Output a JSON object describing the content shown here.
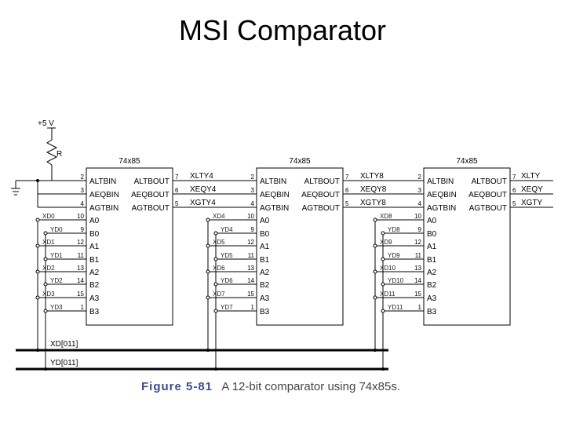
{
  "title": "MSI Comparator",
  "power": {
    "label": "+5 V",
    "resistor": "R"
  },
  "chip_name": "74x85",
  "left_pins": [
    "ALTBIN",
    "AEQBIN",
    "AGTBIN",
    "A0",
    "B0",
    "A1",
    "B1",
    "A2",
    "B2",
    "A3",
    "B3"
  ],
  "right_pins": [
    "ALTBOUT",
    "AEQBOUT",
    "AGTBOUT"
  ],
  "left_pin_numbers": [
    "2",
    "3",
    "4",
    "10",
    "9",
    "12",
    "11",
    "13",
    "14",
    "15",
    "1"
  ],
  "right_pin_numbers": [
    "7",
    "6",
    "5"
  ],
  "chips": [
    {
      "inputs": [
        "",
        "",
        "",
        "XD0",
        "YD0",
        "XD1",
        "YD1",
        "XD2",
        "YD2",
        "XD3",
        "YD3"
      ],
      "outputs": [
        "XLTY4",
        "XEQY4",
        "XGTY4"
      ]
    },
    {
      "inputs": [
        "",
        "",
        "",
        "XD4",
        "YD4",
        "XD5",
        "YD5",
        "XD6",
        "YD6",
        "XD7",
        "YD7"
      ],
      "outputs": [
        "XLTY8",
        "XEQY8",
        "XGTY8"
      ]
    },
    {
      "inputs": [
        "",
        "",
        "",
        "XD8",
        "YD8",
        "XD9",
        "YD9",
        "XD10",
        "YD10",
        "XD11",
        "YD11"
      ],
      "outputs": [
        "XLTY",
        "XEQY",
        "XGTY"
      ]
    }
  ],
  "buses": [
    "XD[011]",
    "YD[011]"
  ],
  "caption": {
    "figure": "Figure 5-81",
    "text": "A 12-bit comparator using 74x85s."
  }
}
